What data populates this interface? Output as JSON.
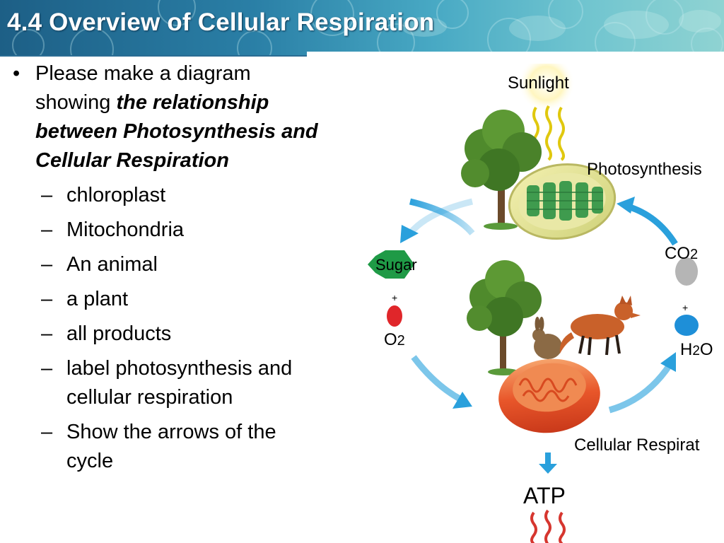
{
  "slide": {
    "title": "4.4 Overview of Cellular Respiration"
  },
  "main": {
    "bullet_prefix": "Please make a diagram showing ",
    "bullet_emphasis": "the relationship between Photosynthesis and Cellular Respiration",
    "sub_items": [
      "chloroplast",
      "Mitochondria",
      "An animal",
      "a plant",
      "all products",
      " label photosynthesis and cellular respiration",
      "Show the arrows of the cycle"
    ]
  },
  "diagram": {
    "sunlight": "Sunlight",
    "photosynthesis": "Photosynthesis",
    "co2_main": "CO",
    "co2_sub": "2",
    "sugar": "Sugar",
    "o2_main": "O",
    "o2_sub": "2",
    "h2o_h": "H",
    "h2o_sub": "2",
    "h2o_o": "O",
    "cellular_respiration": "Cellular Respirat",
    "atp": "ATP",
    "plus": "+"
  },
  "colors": {
    "arrow_blue": "#2aa0dc",
    "sugar_green": "#1f9a46",
    "o2_red": "#e0262a",
    "h2o_blue": "#1e8fd8",
    "co2_gray": "#b5b5b5",
    "mitochondria_orange": "#e8562a",
    "chloroplast_green": "#3f9b4e",
    "light_yellow": "#f2e21a",
    "heat_red": "#d6362f"
  }
}
